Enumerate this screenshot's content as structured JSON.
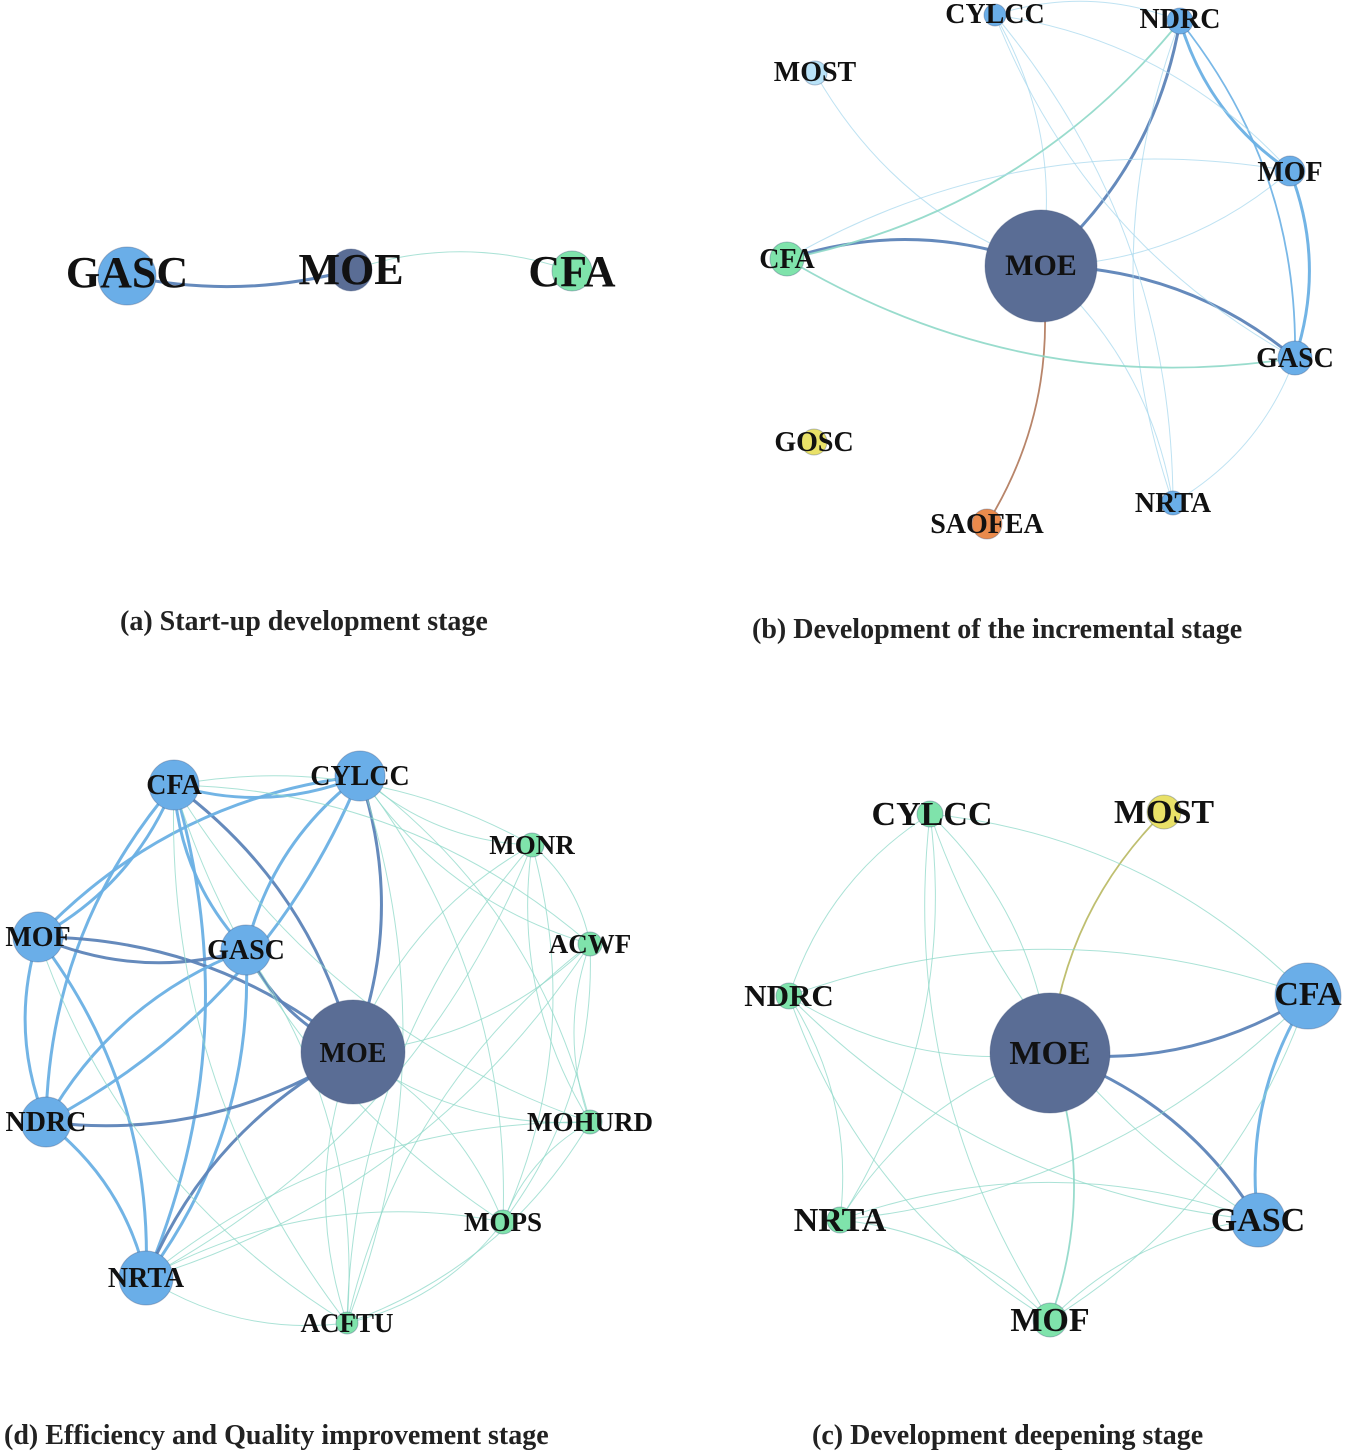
{
  "colors": {
    "moe": "#5a6d95",
    "blue": "#6aaee8",
    "green": "#7fe3ab",
    "lightblue": "#b9e2f7",
    "yellow": "#e9e168",
    "orange": "#e98a4c",
    "edge_dark": "#5d84b8",
    "edge_blue": "#6ab0e4",
    "edge_light": "#a8d8ee",
    "edge_teal": "#8ed8c8",
    "edge_brown": "#b0785a",
    "edge_olive": "#b8b860"
  },
  "panels": [
    {
      "id": "a",
      "caption": "(a) Start-up development stage",
      "nodes": [
        {
          "id": "GASC",
          "label": "GASC",
          "color": "blue",
          "size": "medium"
        },
        {
          "id": "MOE",
          "label": "MOE",
          "color": "moe",
          "size": "small"
        },
        {
          "id": "CFA",
          "label": "CFA",
          "color": "green",
          "size": "small"
        }
      ],
      "edges": [
        {
          "source": "GASC",
          "target": "MOE",
          "weight": "strong",
          "color": "edge_dark"
        },
        {
          "source": "MOE",
          "target": "CFA",
          "weight": "weak",
          "color": "edge_teal"
        }
      ]
    },
    {
      "id": "b",
      "caption": "(b) Development of the incremental stage",
      "nodes": [
        {
          "id": "CYLCC",
          "label": "CYLCC",
          "color": "blue",
          "size": "small"
        },
        {
          "id": "NDRC",
          "label": "NDRC",
          "color": "blue",
          "size": "small"
        },
        {
          "id": "MOST",
          "label": "MOST",
          "color": "lightblue",
          "size": "small"
        },
        {
          "id": "MOF",
          "label": "MOF",
          "color": "blue",
          "size": "small"
        },
        {
          "id": "CFA",
          "label": "CFA",
          "color": "green",
          "size": "small"
        },
        {
          "id": "MOE",
          "label": "MOE",
          "color": "moe",
          "size": "large"
        },
        {
          "id": "GASC",
          "label": "GASC",
          "color": "blue",
          "size": "small"
        },
        {
          "id": "GOSC",
          "label": "GOSC",
          "color": "yellow",
          "size": "small"
        },
        {
          "id": "NRTA",
          "label": "NRTA",
          "color": "blue",
          "size": "small"
        },
        {
          "id": "SAOFEA",
          "label": "SAOFEA",
          "color": "orange",
          "size": "small"
        }
      ],
      "edges": [
        {
          "source": "MOE",
          "target": "NDRC",
          "weight": "strong",
          "color": "edge_dark"
        },
        {
          "source": "MOE",
          "target": "GASC",
          "weight": "strong",
          "color": "edge_dark"
        },
        {
          "source": "MOE",
          "target": "CFA",
          "weight": "strong",
          "color": "edge_dark"
        },
        {
          "source": "MOE",
          "target": "SAOFEA",
          "weight": "medium",
          "color": "edge_brown"
        },
        {
          "source": "MOE",
          "target": "CYLCC",
          "weight": "weak",
          "color": "edge_light"
        },
        {
          "source": "MOE",
          "target": "MOST",
          "weight": "weak",
          "color": "edge_light"
        },
        {
          "source": "MOE",
          "target": "MOF",
          "weight": "weak",
          "color": "edge_light"
        },
        {
          "source": "MOE",
          "target": "NRTA",
          "weight": "weak",
          "color": "edge_light"
        },
        {
          "source": "NDRC",
          "target": "MOF",
          "weight": "strong",
          "color": "edge_blue"
        },
        {
          "source": "NDRC",
          "target": "GASC",
          "weight": "medium",
          "color": "edge_blue"
        },
        {
          "source": "NDRC",
          "target": "CYLCC",
          "weight": "weak",
          "color": "edge_light"
        },
        {
          "source": "NDRC",
          "target": "CFA",
          "weight": "medium",
          "color": "edge_teal"
        },
        {
          "source": "NDRC",
          "target": "NRTA",
          "weight": "weak",
          "color": "edge_light"
        },
        {
          "source": "MOF",
          "target": "GASC",
          "weight": "strong",
          "color": "edge_blue"
        },
        {
          "source": "MOF",
          "target": "CFA",
          "weight": "weak",
          "color": "edge_light"
        },
        {
          "source": "CYLCC",
          "target": "MOF",
          "weight": "weak",
          "color": "edge_light"
        },
        {
          "source": "CYLCC",
          "target": "GASC",
          "weight": "weak",
          "color": "edge_light"
        },
        {
          "source": "CYLCC",
          "target": "NRTA",
          "weight": "weak",
          "color": "edge_light"
        },
        {
          "source": "CFA",
          "target": "GASC",
          "weight": "medium",
          "color": "edge_teal"
        },
        {
          "source": "GASC",
          "target": "NRTA",
          "weight": "weak",
          "color": "edge_light"
        }
      ]
    },
    {
      "id": "d",
      "caption": "(d) Efficiency and Quality improvement stage",
      "nodes": [
        {
          "id": "CFA",
          "label": "CFA",
          "color": "blue",
          "size": "small"
        },
        {
          "id": "CYLCC",
          "label": "CYLCC",
          "color": "blue",
          "size": "small"
        },
        {
          "id": "MONR",
          "label": "MONR",
          "color": "green",
          "size": "tiny"
        },
        {
          "id": "MOF",
          "label": "MOF",
          "color": "blue",
          "size": "small"
        },
        {
          "id": "GASC",
          "label": "GASC",
          "color": "blue",
          "size": "small"
        },
        {
          "id": "ACWF",
          "label": "ACWF",
          "color": "green",
          "size": "tiny"
        },
        {
          "id": "MOE",
          "label": "MOE",
          "color": "moe",
          "size": "large"
        },
        {
          "id": "NDRC",
          "label": "NDRC",
          "color": "blue",
          "size": "small"
        },
        {
          "id": "MOHURD",
          "label": "MOHURD",
          "color": "green",
          "size": "tiny"
        },
        {
          "id": "MOPS",
          "label": "MOPS",
          "color": "green",
          "size": "tiny"
        },
        {
          "id": "NRTA",
          "label": "NRTA",
          "color": "blue",
          "size": "small"
        },
        {
          "id": "ACFTU",
          "label": "ACFTU",
          "color": "green",
          "size": "tiny"
        }
      ],
      "edges": [
        {
          "source": "CFA",
          "target": "CYLCC",
          "weight": "strong",
          "color": "edge_blue"
        },
        {
          "source": "CFA",
          "target": "MOF",
          "weight": "strong",
          "color": "edge_blue"
        },
        {
          "source": "CFA",
          "target": "NDRC",
          "weight": "strong",
          "color": "edge_blue"
        },
        {
          "source": "CFA",
          "target": "NRTA",
          "weight": "strong",
          "color": "edge_blue"
        },
        {
          "source": "CFA",
          "target": "GASC",
          "weight": "strong",
          "color": "edge_blue"
        },
        {
          "source": "CFA",
          "target": "MOE",
          "weight": "strong",
          "color": "edge_dark"
        },
        {
          "source": "CYLCC",
          "target": "MOF",
          "weight": "strong",
          "color": "edge_blue"
        },
        {
          "source": "CYLCC",
          "target": "NDRC",
          "weight": "strong",
          "color": "edge_blue"
        },
        {
          "source": "CYLCC",
          "target": "GASC",
          "weight": "strong",
          "color": "edge_blue"
        },
        {
          "source": "CYLCC",
          "target": "MOE",
          "weight": "strong",
          "color": "edge_dark"
        },
        {
          "source": "MOF",
          "target": "NDRC",
          "weight": "strong",
          "color": "edge_blue"
        },
        {
          "source": "MOF",
          "target": "NRTA",
          "weight": "strong",
          "color": "edge_blue"
        },
        {
          "source": "MOF",
          "target": "GASC",
          "weight": "strong",
          "color": "edge_dark"
        },
        {
          "source": "MOF",
          "target": "MOE",
          "weight": "strong",
          "color": "edge_dark"
        },
        {
          "source": "GASC",
          "target": "NDRC",
          "weight": "strong",
          "color": "edge_blue"
        },
        {
          "source": "GASC",
          "target": "NRTA",
          "weight": "strong",
          "color": "edge_blue"
        },
        {
          "source": "GASC",
          "target": "MOE",
          "weight": "strong",
          "color": "edge_dark"
        },
        {
          "source": "NDRC",
          "target": "NRTA",
          "weight": "strong",
          "color": "edge_blue"
        },
        {
          "source": "NDRC",
          "target": "MOE",
          "weight": "strong",
          "color": "edge_dark"
        },
        {
          "source": "NRTA",
          "target": "MOE",
          "weight": "strong",
          "color": "edge_dark"
        },
        {
          "source": "MOE",
          "target": "ACWF",
          "weight": "weak",
          "color": "edge_teal"
        },
        {
          "source": "MOE",
          "target": "MONR",
          "weight": "weak",
          "color": "edge_teal"
        },
        {
          "source": "MOE",
          "target": "MOHURD",
          "weight": "weak",
          "color": "edge_teal"
        },
        {
          "source": "MOE",
          "target": "MOPS",
          "weight": "weak",
          "color": "edge_teal"
        },
        {
          "source": "MOE",
          "target": "ACFTU",
          "weight": "weak",
          "color": "edge_teal"
        },
        {
          "source": "MONR",
          "target": "ACWF",
          "weight": "weak",
          "color": "edge_teal"
        },
        {
          "source": "MONR",
          "target": "MOHURD",
          "weight": "weak",
          "color": "edge_teal"
        },
        {
          "source": "MONR",
          "target": "MOPS",
          "weight": "weak",
          "color": "edge_teal"
        },
        {
          "source": "MONR",
          "target": "ACFTU",
          "weight": "weak",
          "color": "edge_teal"
        },
        {
          "source": "MONR",
          "target": "NRTA",
          "weight": "weak",
          "color": "edge_teal"
        },
        {
          "source": "MONR",
          "target": "CFA",
          "weight": "weak",
          "color": "edge_teal"
        },
        {
          "source": "MONR",
          "target": "CYLCC",
          "weight": "weak",
          "color": "edge_teal"
        },
        {
          "source": "ACWF",
          "target": "MOHURD",
          "weight": "weak",
          "color": "edge_teal"
        },
        {
          "source": "ACWF",
          "target": "MOPS",
          "weight": "weak",
          "color": "edge_teal"
        },
        {
          "source": "ACWF",
          "target": "ACFTU",
          "weight": "weak",
          "color": "edge_teal"
        },
        {
          "source": "ACWF",
          "target": "CYLCC",
          "weight": "weak",
          "color": "edge_teal"
        },
        {
          "source": "ACWF",
          "target": "CFA",
          "weight": "weak",
          "color": "edge_teal"
        },
        {
          "source": "ACWF",
          "target": "NRTA",
          "weight": "weak",
          "color": "edge_teal"
        },
        {
          "source": "MOHURD",
          "target": "MOPS",
          "weight": "weak",
          "color": "edge_teal"
        },
        {
          "source": "MOHURD",
          "target": "ACFTU",
          "weight": "weak",
          "color": "edge_teal"
        },
        {
          "source": "MOHURD",
          "target": "CYLCC",
          "weight": "weak",
          "color": "edge_teal"
        },
        {
          "source": "MOHURD",
          "target": "CFA",
          "weight": "weak",
          "color": "edge_teal"
        },
        {
          "source": "MOHURD",
          "target": "NRTA",
          "weight": "weak",
          "color": "edge_teal"
        },
        {
          "source": "MOPS",
          "target": "ACFTU",
          "weight": "weak",
          "color": "edge_teal"
        },
        {
          "source": "MOPS",
          "target": "CYLCC",
          "weight": "weak",
          "color": "edge_teal"
        },
        {
          "source": "MOPS",
          "target": "CFA",
          "weight": "weak",
          "color": "edge_teal"
        },
        {
          "source": "MOPS",
          "target": "NRTA",
          "weight": "weak",
          "color": "edge_teal"
        },
        {
          "source": "ACFTU",
          "target": "NRTA",
          "weight": "weak",
          "color": "edge_teal"
        },
        {
          "source": "ACFTU",
          "target": "CYLCC",
          "weight": "weak",
          "color": "edge_teal"
        },
        {
          "source": "ACFTU",
          "target": "CFA",
          "weight": "weak",
          "color": "edge_teal"
        },
        {
          "source": "ACFTU",
          "target": "GASC",
          "weight": "weak",
          "color": "edge_teal"
        },
        {
          "source": "ACFTU",
          "target": "MOF",
          "weight": "weak",
          "color": "edge_teal"
        }
      ]
    },
    {
      "id": "c",
      "caption": "(c) Development deepening stage",
      "nodes": [
        {
          "id": "CYLCC",
          "label": "CYLCC",
          "color": "green",
          "size": "tiny"
        },
        {
          "id": "MOST",
          "label": "MOST",
          "color": "yellow",
          "size": "small"
        },
        {
          "id": "NDRC",
          "label": "NDRC",
          "color": "green",
          "size": "tiny"
        },
        {
          "id": "CFA",
          "label": "CFA",
          "color": "blue",
          "size": "medium"
        },
        {
          "id": "MOE",
          "label": "MOE",
          "color": "moe",
          "size": "large"
        },
        {
          "id": "NRTA",
          "label": "NRTA",
          "color": "green",
          "size": "tiny"
        },
        {
          "id": "GASC",
          "label": "GASC",
          "color": "blue",
          "size": "medium"
        },
        {
          "id": "MOF",
          "label": "MOF",
          "color": "green",
          "size": "small"
        }
      ],
      "edges": [
        {
          "source": "MOE",
          "target": "CFA",
          "weight": "strong",
          "color": "edge_dark"
        },
        {
          "source": "MOE",
          "target": "GASC",
          "weight": "strong",
          "color": "edge_dark"
        },
        {
          "source": "CFA",
          "target": "GASC",
          "weight": "strong",
          "color": "edge_blue"
        },
        {
          "source": "MOE",
          "target": "MOST",
          "weight": "medium",
          "color": "edge_olive"
        },
        {
          "source": "MOE",
          "target": "CYLCC",
          "weight": "weak",
          "color": "edge_teal"
        },
        {
          "source": "MOE",
          "target": "NDRC",
          "weight": "weak",
          "color": "edge_teal"
        },
        {
          "source": "MOE",
          "target": "NRTA",
          "weight": "weak",
          "color": "edge_teal"
        },
        {
          "source": "MOE",
          "target": "MOF",
          "weight": "medium",
          "color": "edge_teal"
        },
        {
          "source": "CYLCC",
          "target": "NDRC",
          "weight": "weak",
          "color": "edge_teal"
        },
        {
          "source": "CYLCC",
          "target": "NRTA",
          "weight": "weak",
          "color": "edge_teal"
        },
        {
          "source": "CYLCC",
          "target": "MOF",
          "weight": "weak",
          "color": "edge_teal"
        },
        {
          "source": "CYLCC",
          "target": "CFA",
          "weight": "weak",
          "color": "edge_teal"
        },
        {
          "source": "CYLCC",
          "target": "GASC",
          "weight": "weak",
          "color": "edge_teal"
        },
        {
          "source": "NDRC",
          "target": "NRTA",
          "weight": "weak",
          "color": "edge_teal"
        },
        {
          "source": "NDRC",
          "target": "MOF",
          "weight": "weak",
          "color": "edge_teal"
        },
        {
          "source": "NDRC",
          "target": "CFA",
          "weight": "weak",
          "color": "edge_teal"
        },
        {
          "source": "NDRC",
          "target": "GASC",
          "weight": "weak",
          "color": "edge_teal"
        },
        {
          "source": "NRTA",
          "target": "MOF",
          "weight": "weak",
          "color": "edge_teal"
        },
        {
          "source": "NRTA",
          "target": "CFA",
          "weight": "weak",
          "color": "edge_teal"
        },
        {
          "source": "NRTA",
          "target": "GASC",
          "weight": "weak",
          "color": "edge_teal"
        },
        {
          "source": "MOF",
          "target": "CFA",
          "weight": "weak",
          "color": "edge_teal"
        },
        {
          "source": "MOF",
          "target": "GASC",
          "weight": "weak",
          "color": "edge_teal"
        }
      ]
    }
  ]
}
